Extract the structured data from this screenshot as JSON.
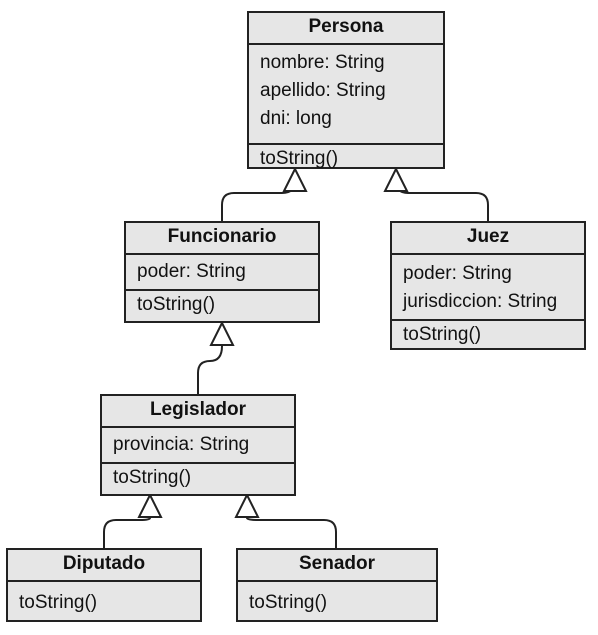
{
  "classes": {
    "persona": {
      "name": "Persona",
      "attributes": [
        "nombre: String",
        "apellido: String",
        "dni: long"
      ],
      "operations": [
        "toString()"
      ]
    },
    "funcionario": {
      "name": "Funcionario",
      "attributes": [
        "poder: String"
      ],
      "operations": [
        "toString()"
      ]
    },
    "juez": {
      "name": "Juez",
      "attributes": [
        "poder: String",
        "jurisdiccion: String"
      ],
      "operations": [
        "toString()"
      ]
    },
    "legislador": {
      "name": "Legislador",
      "attributes": [
        "provincia: String"
      ],
      "operations": [
        "toString()"
      ]
    },
    "diputado": {
      "name": "Diputado",
      "attributes": [],
      "operations": [
        "toString()"
      ]
    },
    "senador": {
      "name": "Senador",
      "attributes": [],
      "operations": [
        "toString()"
      ]
    }
  },
  "generalizations": [
    {
      "child": "Funcionario",
      "parent": "Persona"
    },
    {
      "child": "Juez",
      "parent": "Persona"
    },
    {
      "child": "Legislador",
      "parent": "Funcionario"
    },
    {
      "child": "Diputado",
      "parent": "Legislador"
    },
    {
      "child": "Senador",
      "parent": "Legislador"
    }
  ]
}
